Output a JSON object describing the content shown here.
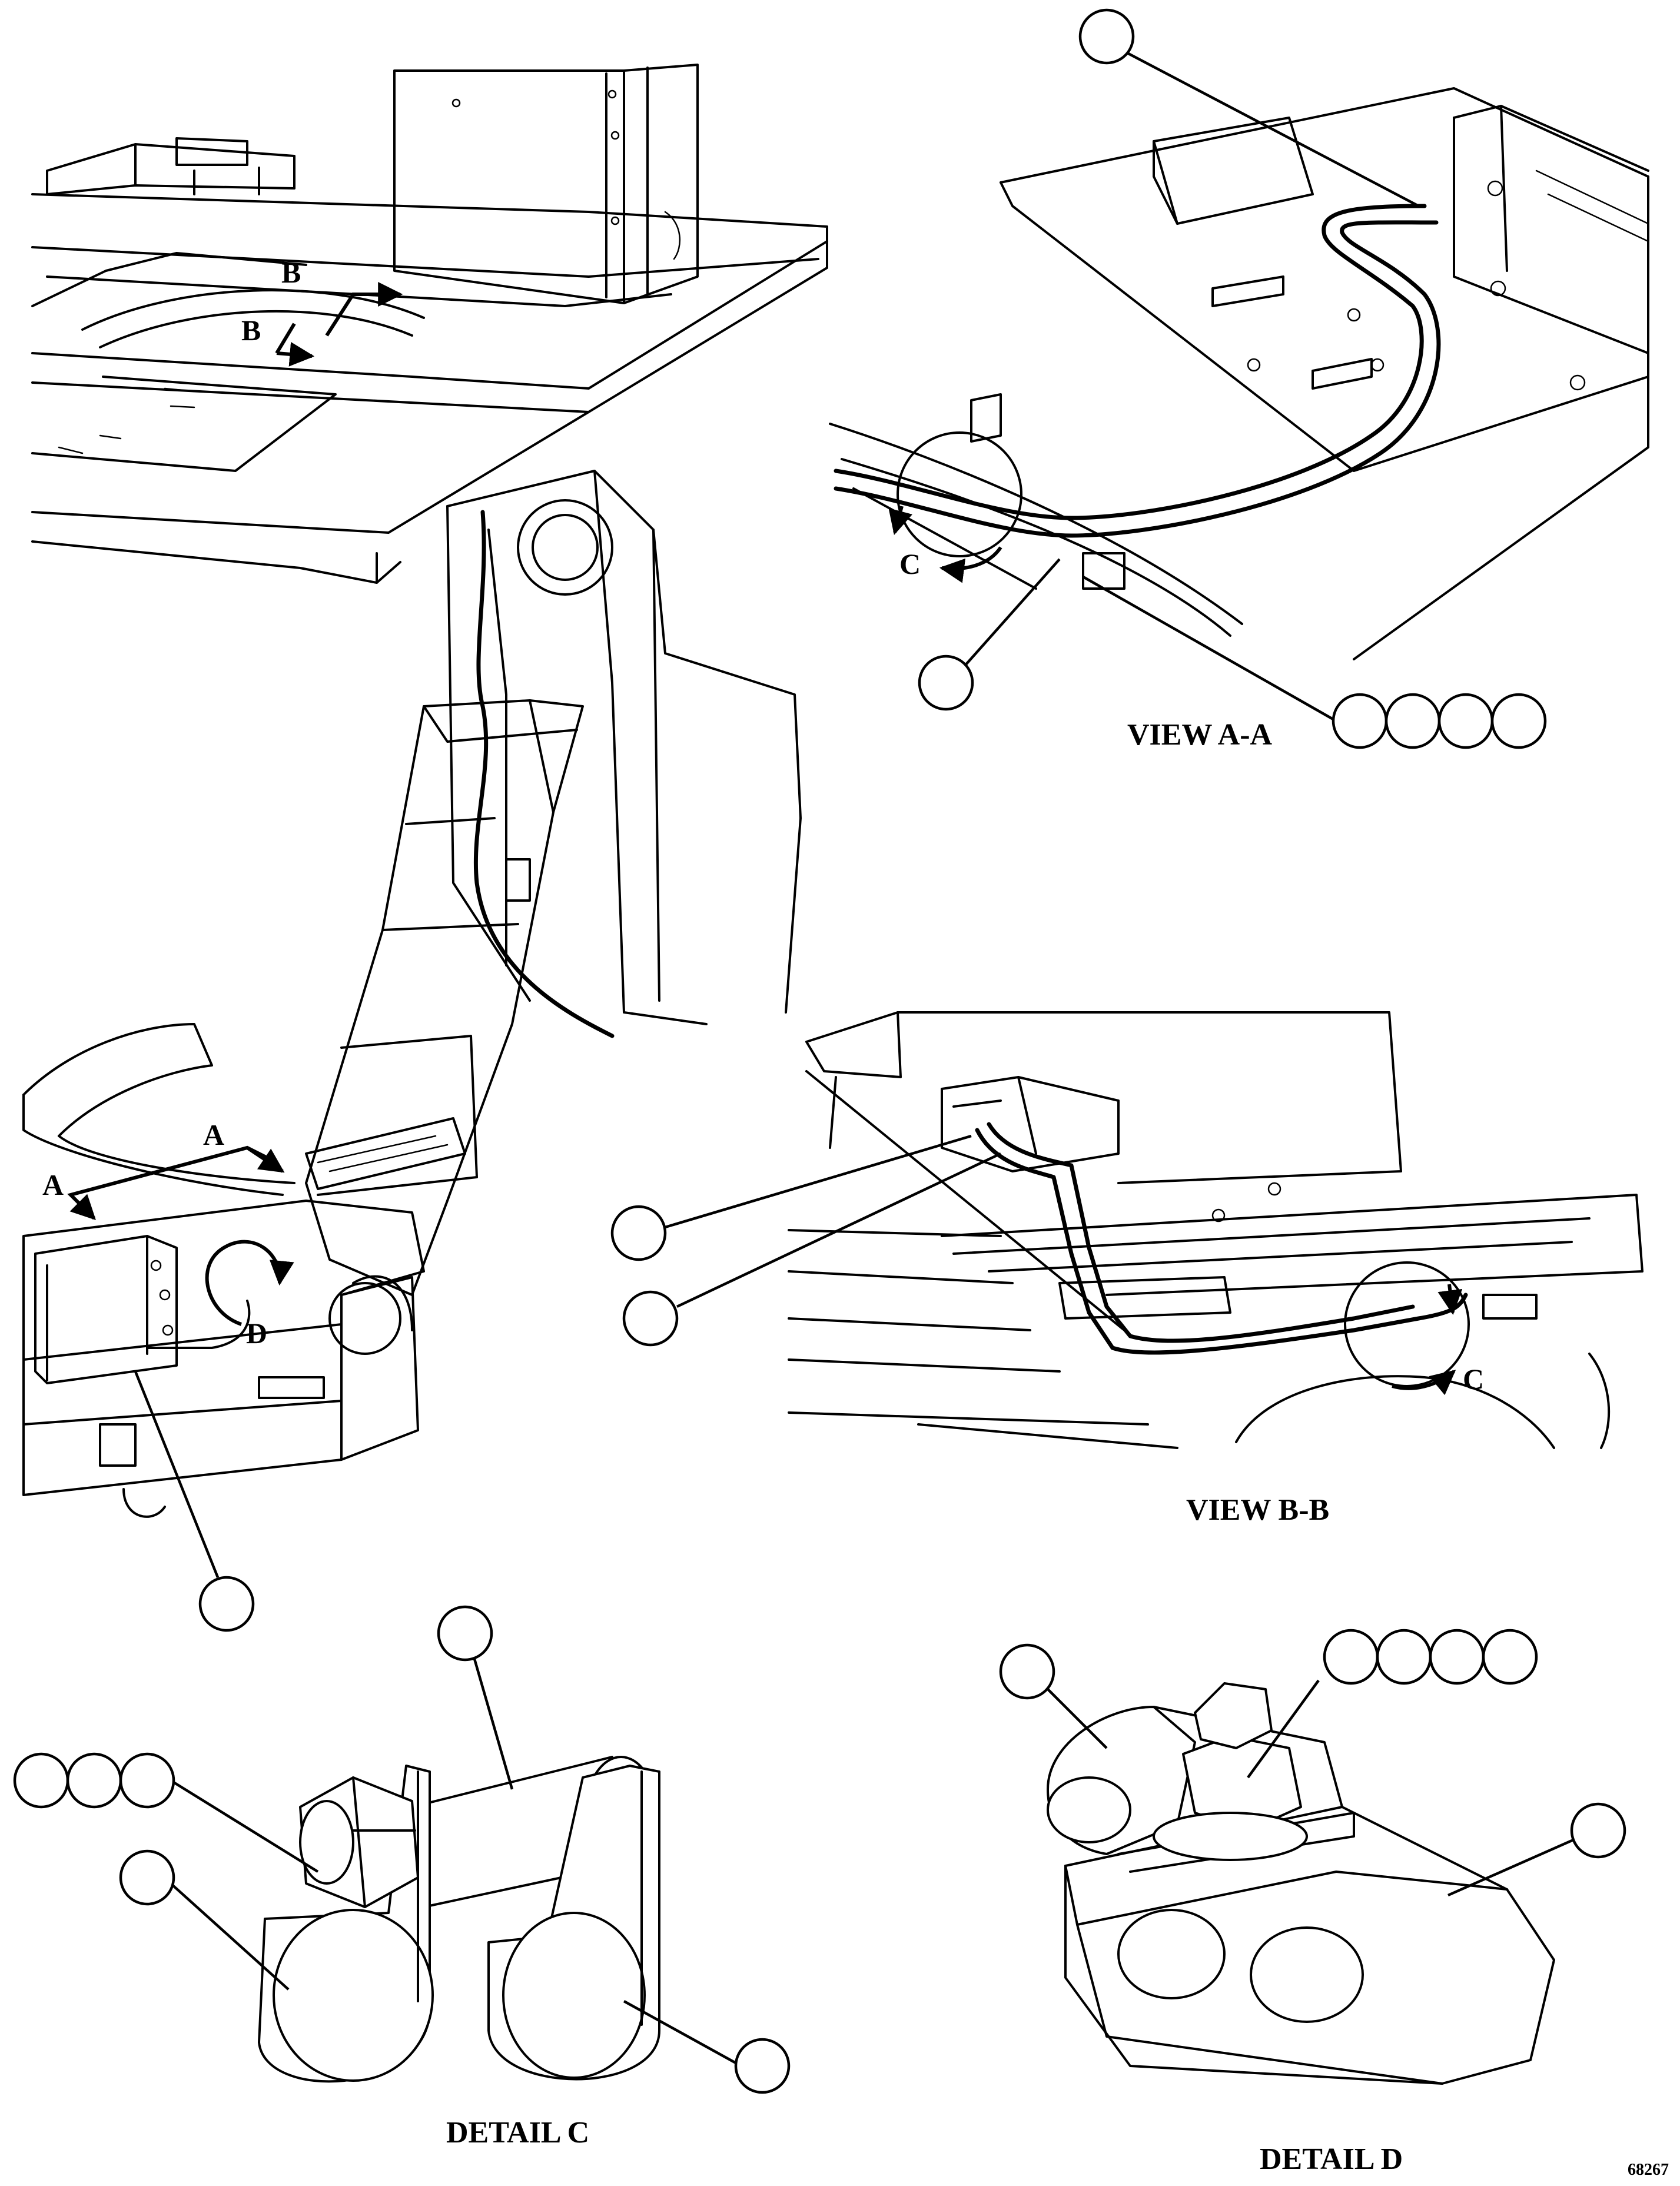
{
  "section_markers": {
    "a": "A",
    "b": "B",
    "c": "C",
    "d": "D"
  },
  "titles": {
    "view_aa": "VIEW A-A",
    "view_bb": "VIEW B-B",
    "detail_c": "DETAIL C",
    "detail_d": "DETAIL D"
  },
  "figure_number": "68267"
}
